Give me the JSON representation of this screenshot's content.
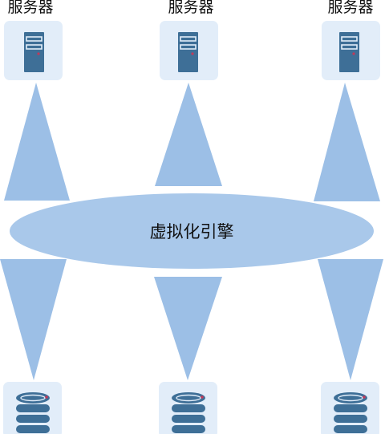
{
  "servers": [
    {
      "label": "服务器",
      "icon": "server-icon"
    },
    {
      "label": "服务器",
      "icon": "server-icon"
    },
    {
      "label": "服务器",
      "icon": "server-icon"
    }
  ],
  "engine": {
    "label": "虚拟化引擎"
  },
  "storage": [
    {
      "icon": "database-icon"
    },
    {
      "icon": "database-icon"
    },
    {
      "icon": "database-icon"
    }
  ],
  "colors": {
    "triangle": "#9cbfe6",
    "ellipse": "#a9c8ea",
    "tile": "#e2edf9",
    "icon_dark": "#3e6f97",
    "icon_stripe": "#2c5272",
    "accent_dot": "#c0395a"
  }
}
